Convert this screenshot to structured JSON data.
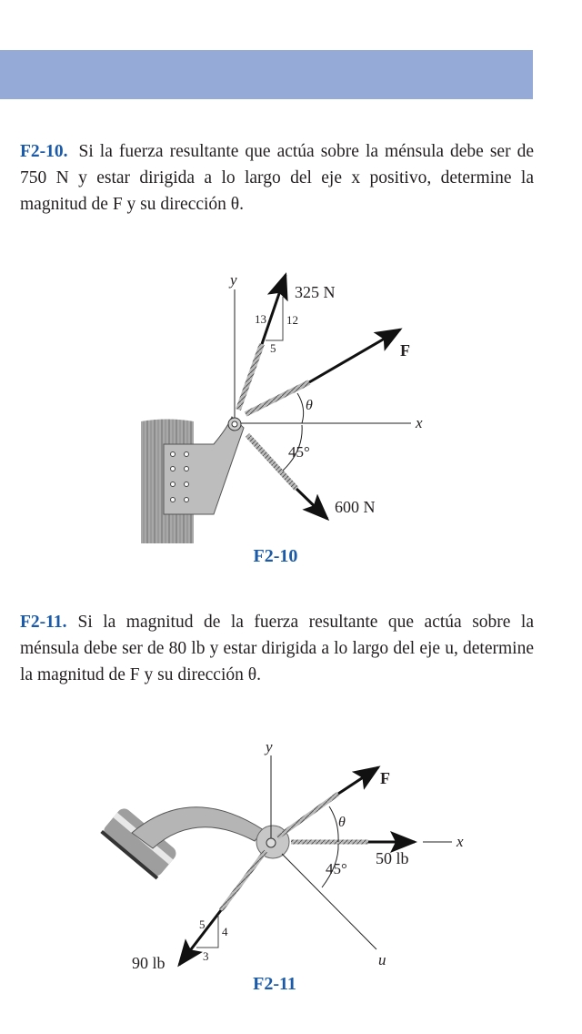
{
  "problems": [
    {
      "number": "F2-10.",
      "text": "Si la fuerza resultante que actúa sobre la ménsula debe ser de 750 N y estar dirigida a lo largo del eje x positivo, determine la magnitud de F y su dirección θ.",
      "figure": {
        "caption": "F2-10",
        "axis_y": "y",
        "axis_x": "x",
        "force_1": "325 N",
        "force_2": "600 N",
        "force_F": "F",
        "theta": "θ",
        "angle": "45°",
        "slope": {
          "hyp": "13",
          "rise": "12",
          "run": "5"
        }
      }
    },
    {
      "number": "F2-11.",
      "text": "Si la magnitud de la fuerza resultante que actúa sobre la ménsula debe ser de 80 lb y estar dirigida a lo largo del eje u, determine la magnitud de F y su dirección θ.",
      "figure": {
        "caption": "F2-11",
        "axis_y": "y",
        "axis_x": "x",
        "axis_u": "u",
        "force_1": "50 lb",
        "force_2": "90 lb",
        "force_F": "F",
        "theta": "θ",
        "angle": "45°",
        "slope": {
          "hyp": "5",
          "rise": "4",
          "run": "3"
        }
      }
    }
  ]
}
